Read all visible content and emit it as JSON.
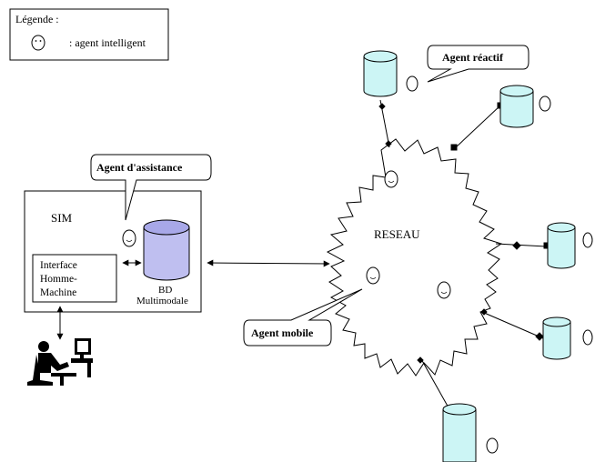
{
  "legend": {
    "title": "Légende :",
    "item": ": agent intelligent"
  },
  "sim": {
    "label": "SIM"
  },
  "interface": {
    "line1": "Interface",
    "line2": "Homme-",
    "line3": "Machine"
  },
  "database": {
    "line1": "BD",
    "line2": "Multimodale"
  },
  "network": {
    "label": "RESEAU"
  },
  "callouts": {
    "assistance": "Agent d'assistance",
    "reactive": "Agent réactif",
    "mobile": "Agent mobile"
  },
  "colors": {
    "db_fill": "#bfbff0",
    "db_top": "#a8a8e8",
    "remote_db_fill": "#ccf5f5",
    "line": "#000000"
  },
  "icons": [
    "smiley-agent-icon",
    "database-icon",
    "user-at-computer-icon"
  ]
}
